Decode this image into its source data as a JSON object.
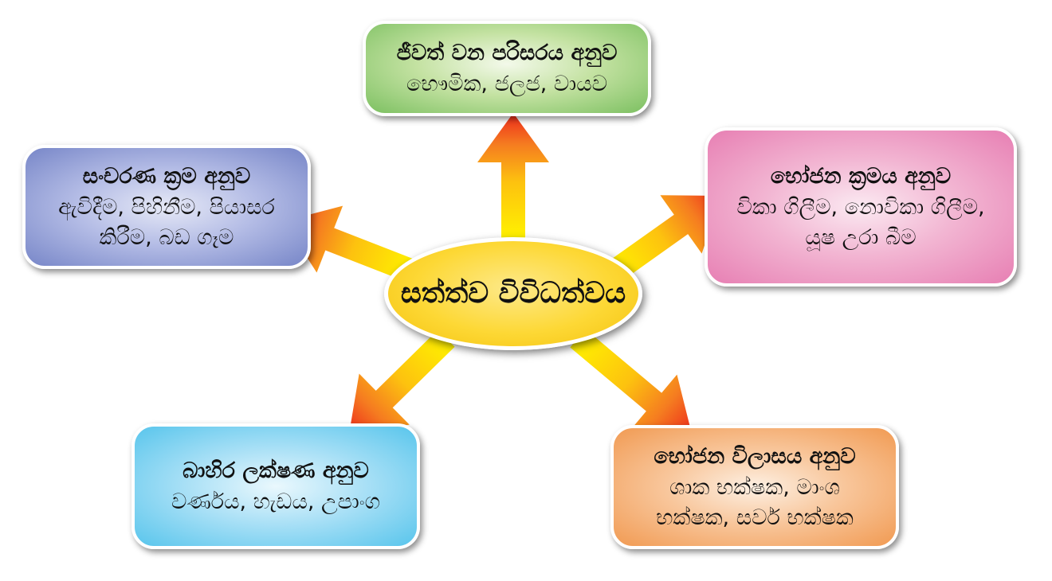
{
  "center": {
    "label": "සත්ත්ව විවිධත්වය"
  },
  "boxes": {
    "top": {
      "title": "ජීවත් වන පරිසරය අනුව",
      "lines": [
        "භෞමික, ජලජ, වායව"
      ]
    },
    "right": {
      "title": "භෝජන ක්‍රමය අනුව",
      "lines": [
        "විකා ගිලීම, නොවිකා ගිලීම,",
        "යූෂ උරා බීම"
      ]
    },
    "left": {
      "title": "සංචරණ ක්‍රම අනුව",
      "lines": [
        "ඇවිදීම, පිහිනීම, පියාසර",
        "කිරීම, බඩ ගෑම"
      ]
    },
    "bottom_left": {
      "title": "බාහිර ලක්ෂණ අනුව",
      "lines": [
        "වර්ණය, හැඩය, උපාංග"
      ]
    },
    "bottom_right": {
      "title": "භෝජන විලාසය අනුව",
      "lines": [
        "ශාක භක්ෂක, මාංශ",
        "භක්ෂක, සර්ව භක්ෂක"
      ]
    }
  },
  "colors": {
    "arrow_base": "#fff200",
    "arrow_tip": "#ed2a1c",
    "center_fill": "#fdd835"
  }
}
